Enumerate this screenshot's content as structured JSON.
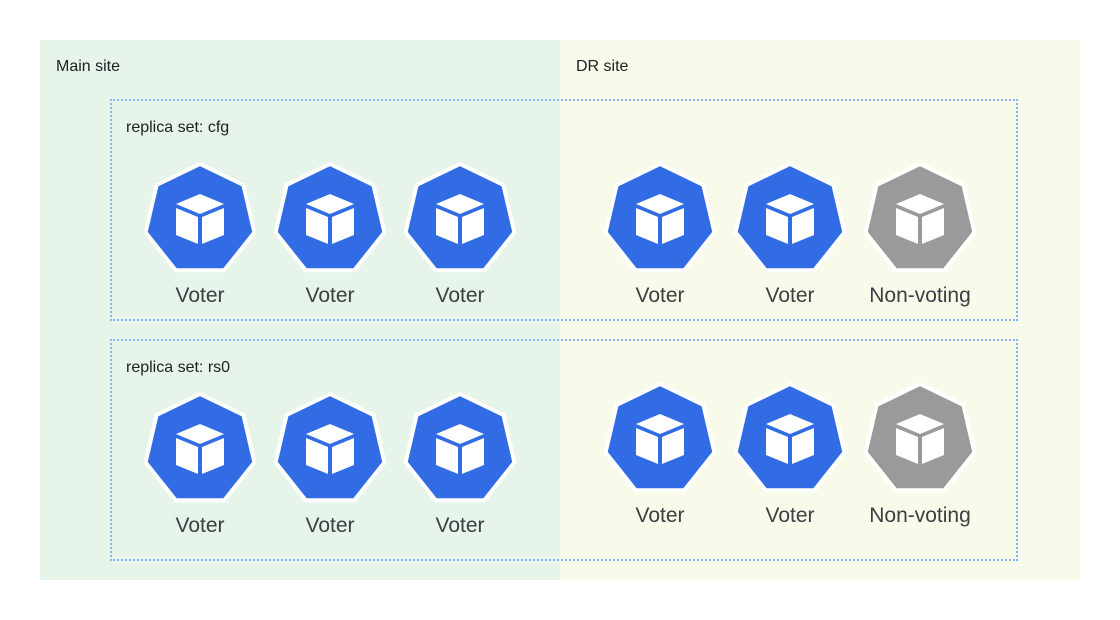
{
  "sites": {
    "main": {
      "label": "Main site",
      "color": "#e6f4ea"
    },
    "dr": {
      "label": "DR site",
      "color": "#f8fbea"
    }
  },
  "replica_sets": [
    {
      "label": "replica set: cfg",
      "main_nodes": [
        {
          "role": "Voter",
          "icon": "cube-icon",
          "color": "#326ce5"
        },
        {
          "role": "Voter",
          "icon": "cube-icon",
          "color": "#326ce5"
        },
        {
          "role": "Voter",
          "icon": "cube-icon",
          "color": "#326ce5"
        }
      ],
      "dr_nodes": [
        {
          "role": "Voter",
          "icon": "cube-icon",
          "color": "#326ce5"
        },
        {
          "role": "Voter",
          "icon": "cube-icon",
          "color": "#326ce5"
        },
        {
          "role": "Non-voting",
          "icon": "cube-icon",
          "color": "#9a9a9a"
        }
      ]
    },
    {
      "label": "replica set: rs0",
      "main_nodes": [
        {
          "role": "Voter",
          "icon": "cube-icon",
          "color": "#326ce5"
        },
        {
          "role": "Voter",
          "icon": "cube-icon",
          "color": "#326ce5"
        },
        {
          "role": "Voter",
          "icon": "cube-icon",
          "color": "#326ce5"
        }
      ],
      "dr_nodes": [
        {
          "role": "Voter",
          "icon": "cube-icon",
          "color": "#326ce5"
        },
        {
          "role": "Voter",
          "icon": "cube-icon",
          "color": "#326ce5"
        },
        {
          "role": "Non-voting",
          "icon": "cube-icon",
          "color": "#9a9a9a"
        }
      ]
    }
  ]
}
